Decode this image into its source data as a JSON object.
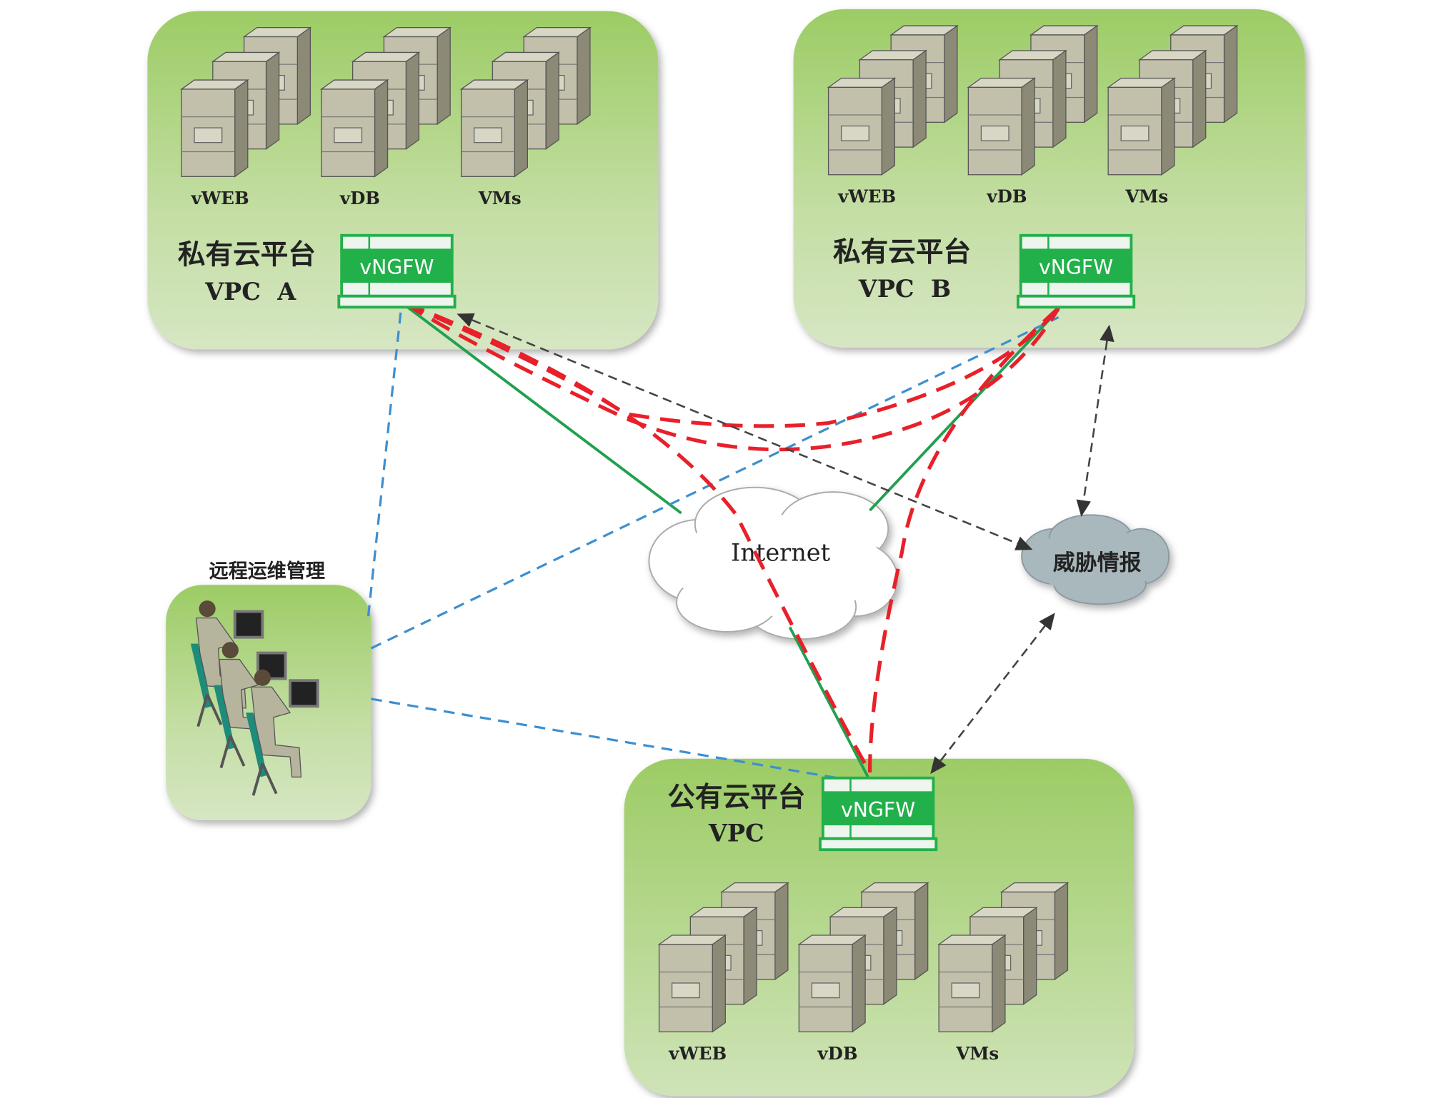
{
  "vpc_a": {
    "title": "私有云平台",
    "subtitle": "VPC  A",
    "firewall": "vNGFW",
    "servers": [
      "vWEB",
      "vDB",
      "VMs"
    ]
  },
  "vpc_b": {
    "title": "私有云平台",
    "subtitle": "VPC  B",
    "firewall": "vNGFW",
    "servers": [
      "vWEB",
      "vDB",
      "VMs"
    ]
  },
  "public": {
    "title": "公有云平台",
    "subtitle": "VPC",
    "firewall": "vNGFW",
    "servers": [
      "vWEB",
      "vDB",
      "VMs"
    ]
  },
  "ops": {
    "title": "远程运维管理"
  },
  "internet": {
    "label": "Internet"
  },
  "threat_intel": {
    "label": "威胁情报"
  },
  "colors": {
    "green_box": "#a6d273",
    "firewall": "#22b04b",
    "vpn_red": "#e8202a",
    "mgmt_blue": "#3d8fcf",
    "intel_black": "#444444"
  }
}
